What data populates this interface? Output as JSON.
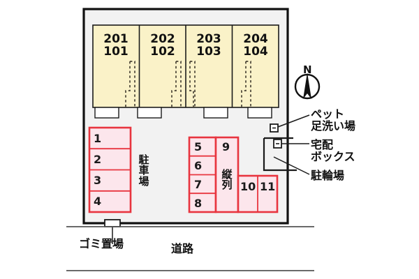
{
  "plan": {
    "title": "apartment-site-plan",
    "colors": {
      "building_fill": "#faf2c8",
      "building_stroke": "#1a1a1a",
      "site_fill": "#f2f2f2",
      "site_stroke": "#111111",
      "stall_fill": "#fce6ec",
      "stall_stroke": "#e8353f",
      "road_line": "#555555",
      "text": "#111111",
      "stoop_fill": "#ffffff"
    }
  },
  "building": {
    "name": "apartment-building",
    "units": [
      {
        "upper": "201",
        "lower": "101"
      },
      {
        "upper": "202",
        "lower": "102"
      },
      {
        "upper": "203",
        "lower": "103"
      },
      {
        "upper": "204",
        "lower": "104"
      }
    ]
  },
  "parking": {
    "west_label": "駐車場",
    "west_stalls": [
      "1",
      "2",
      "3",
      "4"
    ],
    "center_stalls": [
      "5",
      "6",
      "7",
      "8"
    ],
    "tandem_stall": "9",
    "tandem_label": "縦列",
    "east_stalls": [
      "10",
      "11"
    ]
  },
  "facilities": {
    "pet_wash": "ペット\n足洗い場",
    "delivery_box": "宅配\nボックス",
    "bicycle_parking": "駐輪場",
    "garbage_area": "ゴミ置場"
  },
  "road": {
    "label": "道路"
  },
  "compass": {
    "north_letter": "N",
    "icon": "compass-rose-icon"
  }
}
